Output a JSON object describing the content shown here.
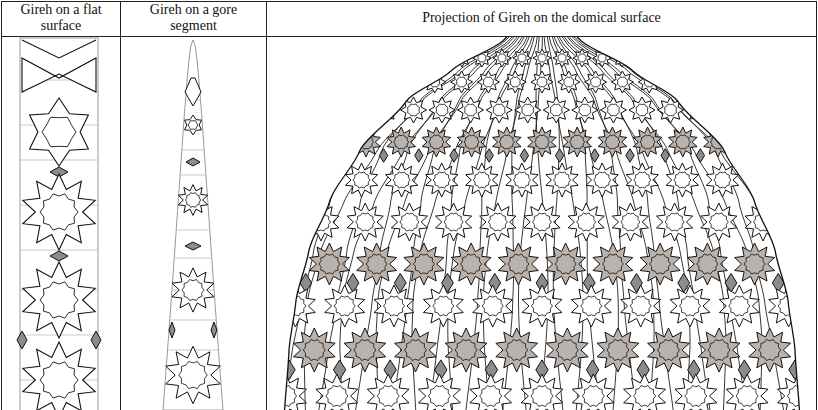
{
  "diagram": {
    "labels": [
      "Gireh on a flat surface",
      "Gireh on a gore segment",
      "Projection of Gireh on the domical surface"
    ]
  }
}
